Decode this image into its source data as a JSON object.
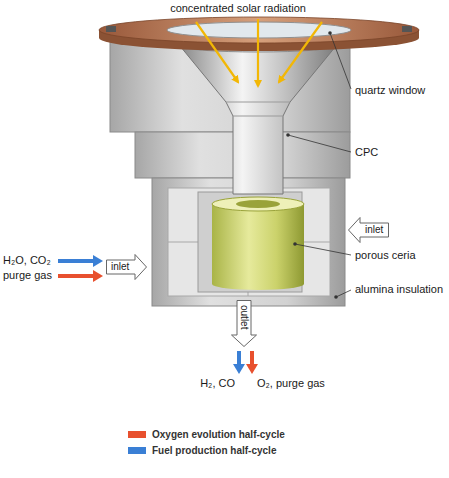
{
  "diagram": {
    "nodes": [
      {
        "text": [
          "inlet"
        ]
      },
      {
        "text": [
          "inlet"
        ]
      },
      {
        "text": [
          "outlet"
        ]
      }
    ],
    "labels": [
      "concentrated solar radiation",
      "quartz window",
      "CPC",
      "porous ceria",
      "alumina insulation",
      "H₂O, CO₂",
      "purge gas",
      "H₂, CO",
      "O₂, purge gas"
    ],
    "legend": [
      {
        "text": "Oxygen evolution half-cycle",
        "color": "#e8502e"
      },
      {
        "text": "Fuel production half-cycle",
        "color": "#3a7fd5"
      }
    ]
  }
}
